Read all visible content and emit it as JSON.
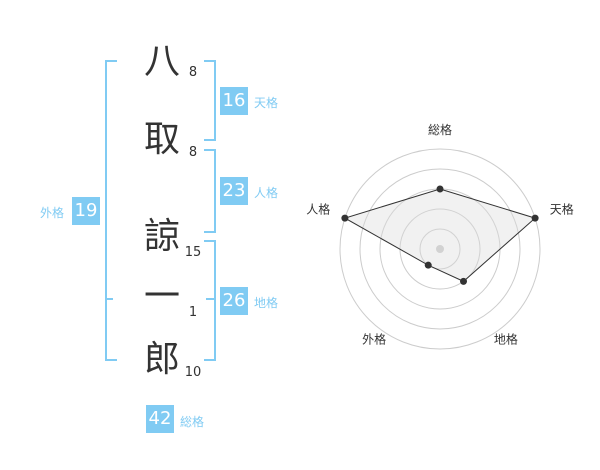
{
  "name_chars": [
    {
      "char": "八",
      "strokes": "8"
    },
    {
      "char": "取",
      "strokes": "8"
    },
    {
      "char": "諒",
      "strokes": "15"
    },
    {
      "char": "一",
      "strokes": "1"
    },
    {
      "char": "郎",
      "strokes": "10"
    }
  ],
  "kaku": {
    "tenkaku": {
      "value": "16",
      "label": "天格"
    },
    "jinkaku": {
      "value": "23",
      "label": "人格"
    },
    "chikaku": {
      "value": "26",
      "label": "地格"
    },
    "gaikaku": {
      "value": "19",
      "label": "外格"
    },
    "soukaku": {
      "value": "42",
      "label": "総格"
    }
  },
  "colors": {
    "accent": "#80cbf3"
  },
  "chart_data": {
    "type": "radar",
    "axes": [
      "総格",
      "天格",
      "地格",
      "外格",
      "人格"
    ],
    "values": [
      3,
      5,
      2,
      1,
      5
    ],
    "range": [
      0,
      5
    ],
    "rings": 5
  }
}
